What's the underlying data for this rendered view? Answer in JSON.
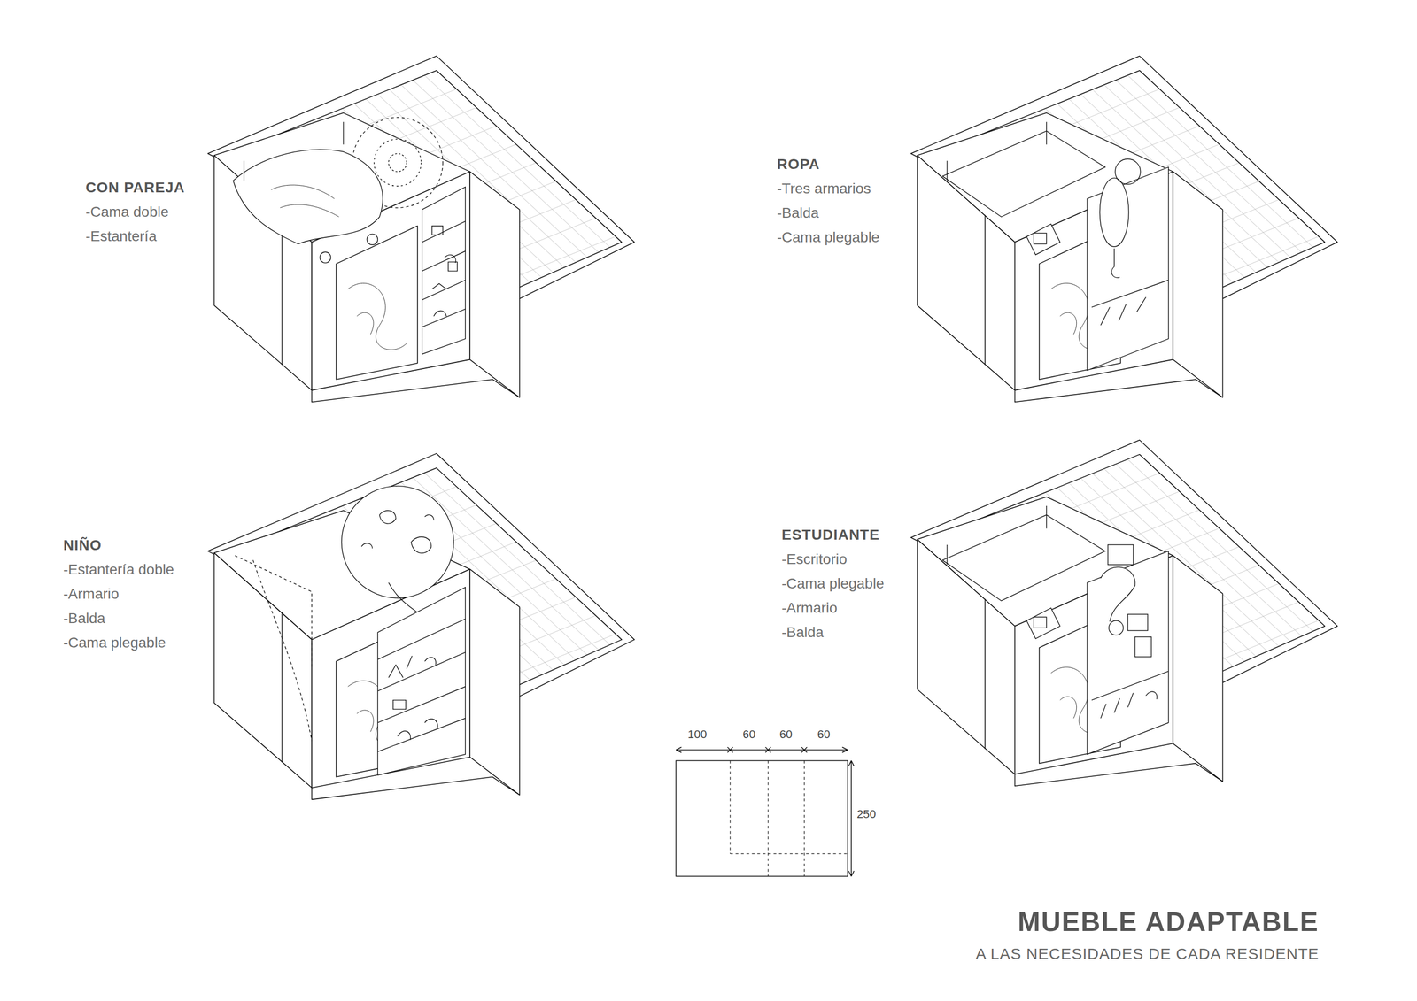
{
  "diagram": {
    "title": "MUEBLE ADAPTABLE",
    "caption": "A LAS NECESIDADES DE CADA RESIDENTE",
    "labels": [
      "CON PAREJA",
      "-Cama doble",
      "-Estantería",
      "ROPA",
      "-Tres armarios",
      "-Balda",
      "-Cama plegable",
      "NIÑO",
      "-Estantería doble",
      "-Armario",
      "-Balda",
      "-Cama plegable",
      "ESTUDIANTE",
      "-Escritorio",
      "-Cama plegable",
      "-Armario",
      "-Balda",
      "100",
      "60",
      "60",
      "60",
      "250"
    ]
  }
}
